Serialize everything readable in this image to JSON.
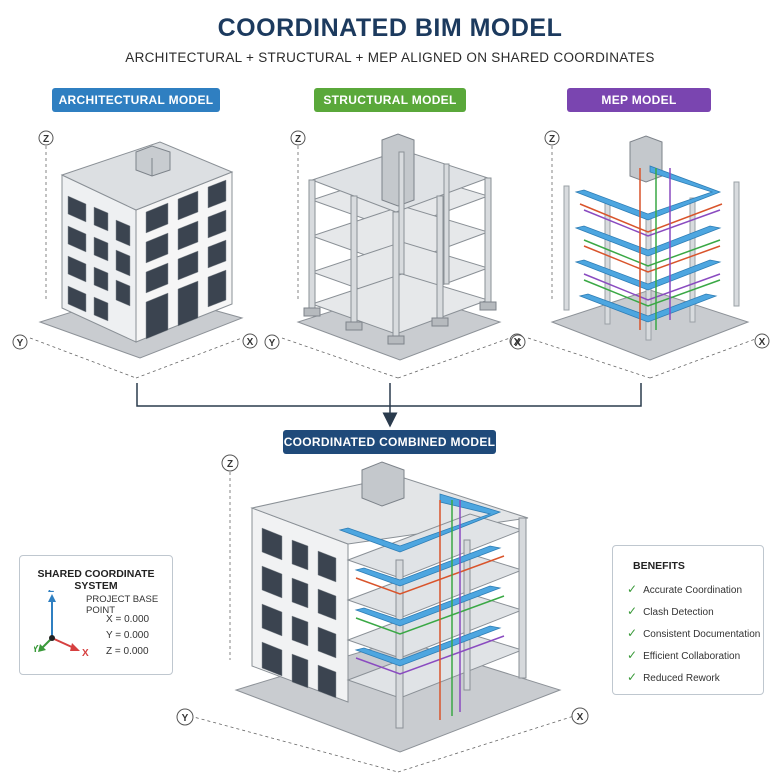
{
  "title": "COORDINATED BIM MODEL",
  "subtitle": "ARCHITECTURAL + STRUCTURAL + MEP ALIGNED ON SHARED COORDINATES",
  "models": {
    "architectural": "ARCHITECTURAL MODEL",
    "structural": "STRUCTURAL MODEL",
    "mep": "MEP MODEL",
    "combined": "COORDINATED COMBINED MODEL"
  },
  "axis_labels": {
    "x": "X",
    "y": "Y",
    "z": "Z"
  },
  "coordinate_system": {
    "title": "SHARED COORDINATE SYSTEM",
    "base_point_label": "PROJECT BASE POINT",
    "x": "X = 0.000",
    "y": "Y = 0.000",
    "z": "Z = 0.000"
  },
  "benefits": {
    "title": "BENEFITS",
    "items": [
      "Accurate Coordination",
      "Clash Detection",
      "Consistent Documentation",
      "Efficient Collaboration",
      "Reduced Rework"
    ]
  },
  "colors": {
    "title": "#1c3a5e",
    "architectural": "#2f7fc1",
    "structural": "#5aa83a",
    "mep": "#7a45b0",
    "combined": "#1f4a7a",
    "duct": "#4da6e0",
    "check": "#3a9a3a"
  }
}
